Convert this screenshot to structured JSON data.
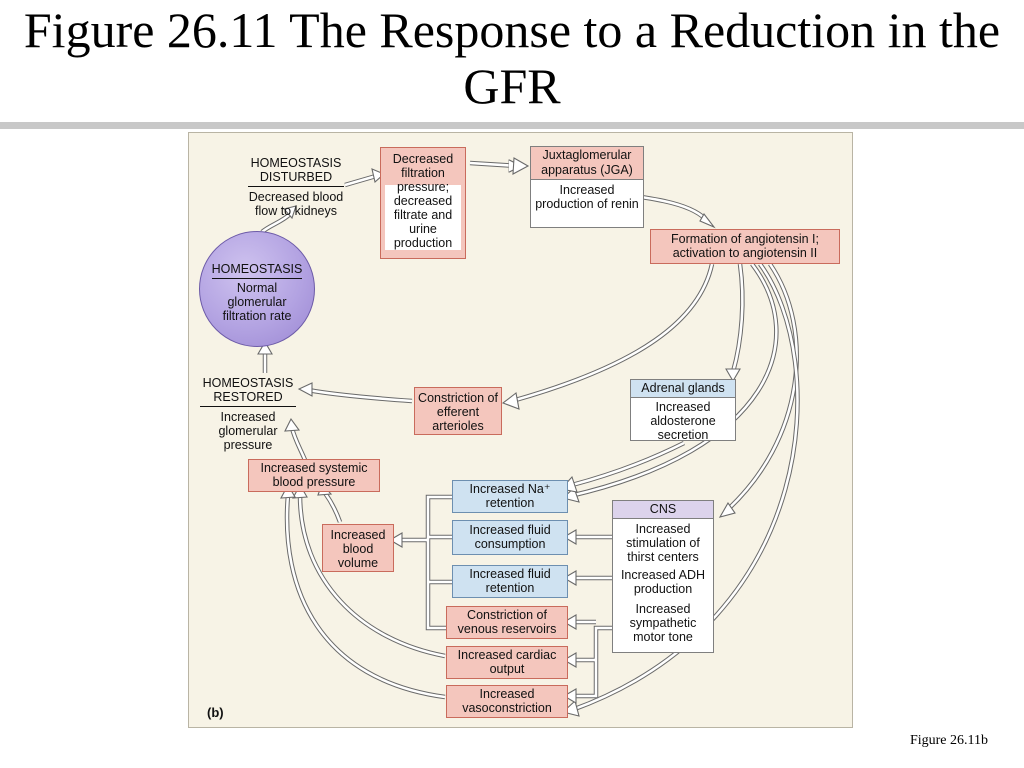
{
  "title": "Figure 26.11  The Response to a Reduction in the GFR",
  "caption": "Figure 26.11b",
  "panel_label": "(b)",
  "nodes": {
    "disturbed_title": "HOMEOSTASIS DISTURBED",
    "disturbed_text": "Decreased blood flow to kidneys",
    "homeostasis_title": "HOMEOSTASIS",
    "homeostasis_text": "Normal glomerular filtration rate",
    "restored_title": "HOMEOSTASIS RESTORED",
    "restored_text": "Increased glomerular pressure",
    "decreased_filtration": "Decreased filtration pressure; decreased filtrate and urine production",
    "jga_title": "Juxtaglomerular apparatus (JGA)",
    "jga_text": "Increased production of renin",
    "angiotensin": "Formation of angiotensin I; activation to angiotensin II",
    "efferent": "Constriction of efferent arterioles",
    "adrenal_title": "Adrenal glands",
    "adrenal_text": "Increased aldosterone secretion",
    "systemic_bp": "Increased systemic blood pressure",
    "na_retention": "Increased Na⁺ retention",
    "fluid_consumption": "Increased fluid consumption",
    "fluid_retention": "Increased fluid retention",
    "venous": "Constriction of venous reservoirs",
    "cardiac": "Increased cardiac output",
    "vasoconstriction": "Increased vasoconstriction",
    "blood_volume": "Increased blood volume",
    "cns_title": "CNS",
    "cns_thirst": "Increased stimulation of thirst centers",
    "cns_adh": "Increased ADH production",
    "cns_sympathetic": "Increased sympathetic motor tone"
  }
}
